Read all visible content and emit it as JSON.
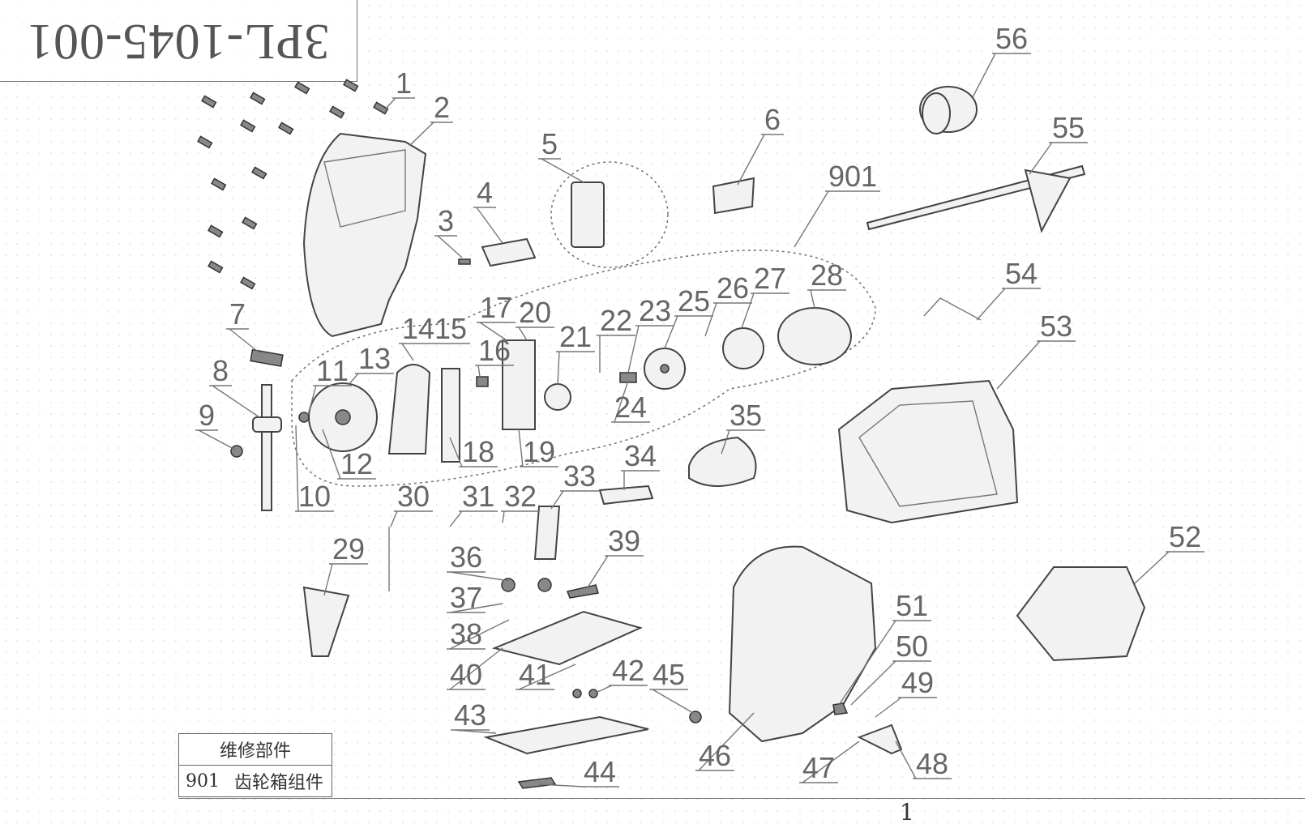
{
  "drawing_number": "3PL-1045-001",
  "callouts": [
    "1",
    "2",
    "3",
    "4",
    "5",
    "6",
    "901",
    "56",
    "55",
    "54",
    "53",
    "7",
    "8",
    "9",
    "10",
    "11",
    "12",
    "13",
    "1415",
    "16",
    "17",
    "20",
    "21",
    "22",
    "23",
    "25",
    "26",
    "27",
    "28",
    "24",
    "18",
    "19",
    "35",
    "34",
    "33",
    "32",
    "31",
    "30",
    "29",
    "36",
    "37",
    "39",
    "38",
    "40",
    "41",
    "42",
    "43",
    "44",
    "45",
    "46",
    "47",
    "48",
    "49",
    "50",
    "51",
    "52"
  ],
  "legend": {
    "header": "维修部件",
    "rows": [
      {
        "code": "901",
        "name": "齿轮箱组件"
      }
    ]
  },
  "bottom_row": {
    "qty": "1"
  }
}
